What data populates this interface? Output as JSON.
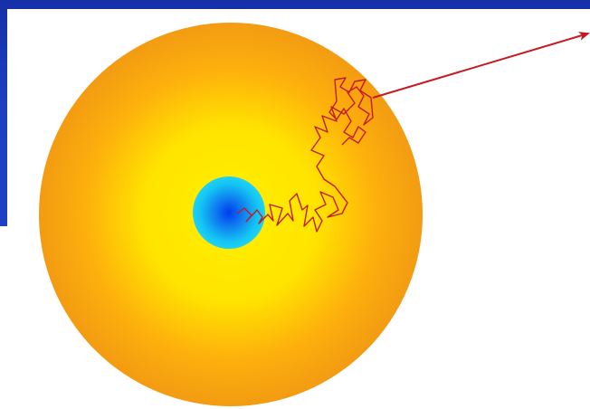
{
  "diagram": {
    "colors": {
      "panel_blue": "#1e40c4",
      "star_outer": "#f39b12",
      "star_mid": "#fdb10c",
      "star_inner": "#ffe800",
      "core_edge": "#1fd2f5",
      "core_center": "#003cf0",
      "photon_path": "#c41b23"
    },
    "elements": [
      "outer-sphere",
      "inner-core",
      "random-walk-path",
      "escape-arrow"
    ]
  }
}
